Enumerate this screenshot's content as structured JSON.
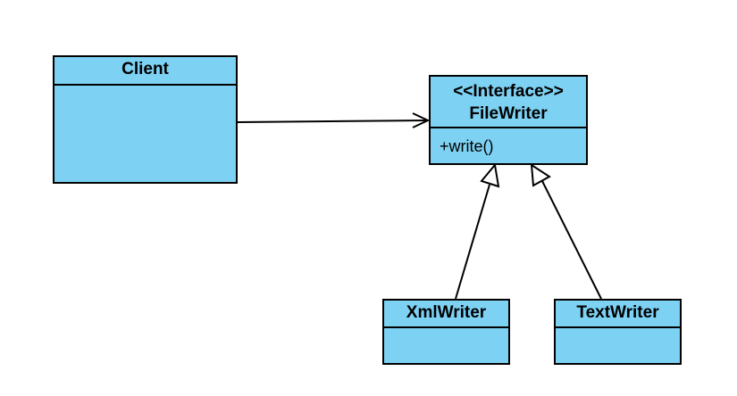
{
  "classes": {
    "client": {
      "name": "Client"
    },
    "file_writer": {
      "stereotype": "<<Interface>>",
      "name": "FileWriter",
      "methods": [
        "+write()"
      ]
    },
    "xml_writer": {
      "name": "XmlWriter"
    },
    "text_writer": {
      "name": "TextWriter"
    }
  },
  "colors": {
    "class_fill": "#7dd1f3",
    "border": "#000000",
    "background": "#ffffff"
  },
  "relationships": [
    {
      "type": "association",
      "from": "Client",
      "to": "FileWriter"
    },
    {
      "type": "realization",
      "from": "XmlWriter",
      "to": "FileWriter"
    },
    {
      "type": "realization",
      "from": "TextWriter",
      "to": "FileWriter"
    }
  ]
}
